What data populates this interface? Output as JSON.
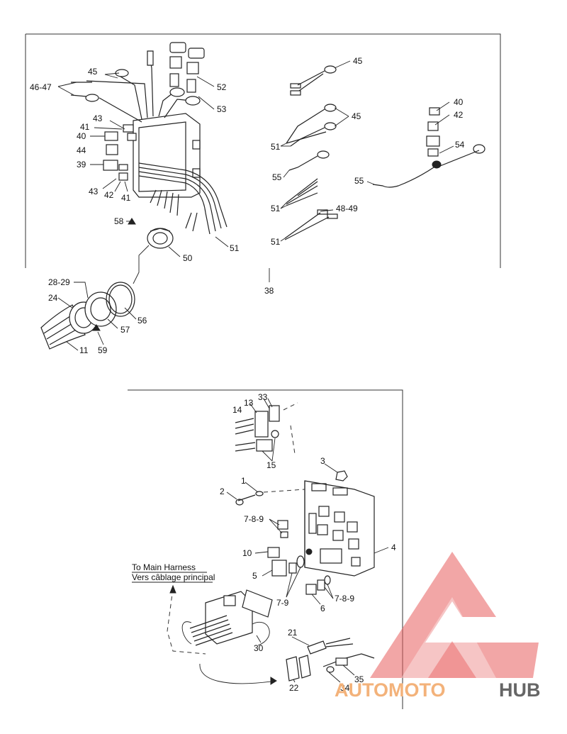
{
  "callouts": {
    "c45a": "45",
    "c4647": "46-47",
    "c52": "52",
    "c53": "53",
    "c43a": "43",
    "c41a": "41",
    "c40a": "40",
    "c44": "44",
    "c39": "39",
    "c43b": "43",
    "c42a": "42",
    "c41b": "41",
    "c58": "58",
    "c50": "50",
    "c51a": "51",
    "c2829": "28-29",
    "c24": "24",
    "c57": "57",
    "c56": "56",
    "c11": "11",
    "c59": "59",
    "c38": "38",
    "c45b": "45",
    "c45c": "45",
    "c51b": "51",
    "c55a": "55",
    "c51c": "51",
    "c4849": "48-49",
    "c51d": "51",
    "c40b": "40",
    "c42b": "42",
    "c54": "54",
    "c55b": "55",
    "c33": "33",
    "c13": "13",
    "c14": "14",
    "c15": "15",
    "c3": "3",
    "c1": "1",
    "c2": "2",
    "c789a": "7-8-9",
    "c10": "10",
    "c5": "5",
    "c79": "7-9",
    "c6": "6",
    "c789b": "7-8-9",
    "c4": "4",
    "c21": "21",
    "c30": "30",
    "c22": "22",
    "c35": "35",
    "c34": "34"
  },
  "notes": {
    "harness_en": "To Main Harness",
    "harness_fr": "Vers câblage principal"
  },
  "watermark": {
    "text_a": "AUTOMOTO",
    "text_b": "HUB",
    "color_primary": "#e85c5c",
    "color_secondary": "#f3b27a"
  }
}
